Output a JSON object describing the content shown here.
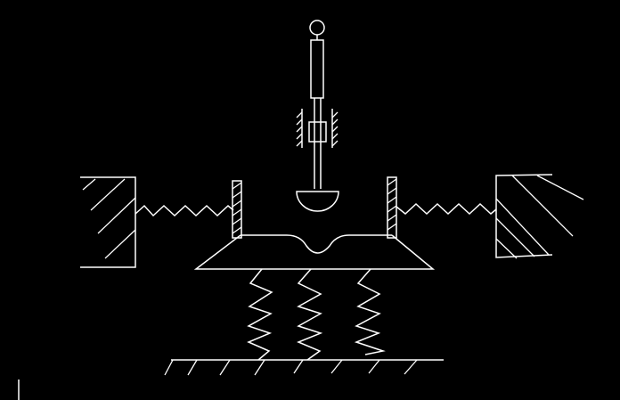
{
  "colors": {
    "background": "#000000",
    "stroke": "#ffffff"
  },
  "parts": [
    "follower-rod",
    "rod-guide",
    "hemispherical-indenter",
    "spring-cradle-platform",
    "side-springs",
    "support-springs",
    "fixed-walls",
    "ground"
  ]
}
